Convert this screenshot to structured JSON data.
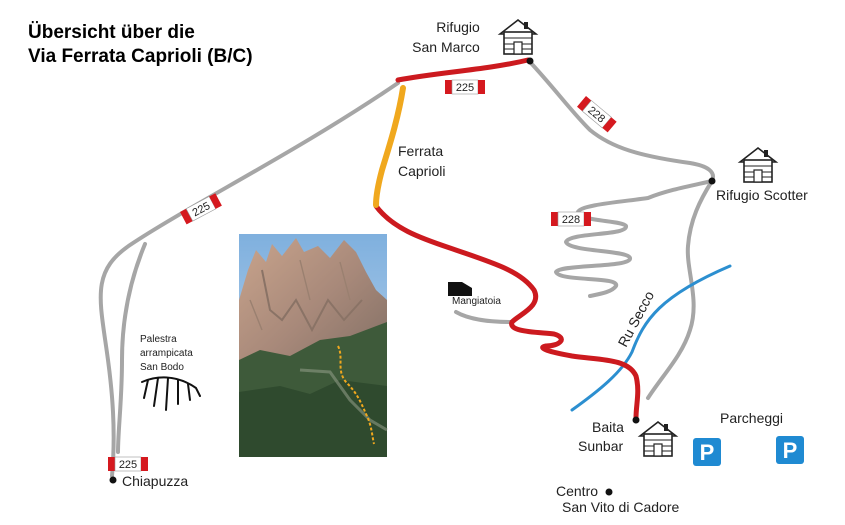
{
  "title": {
    "line1": "Übersicht über die",
    "line2": "Via Ferrata Caprioli (B/C)"
  },
  "places": {
    "rifugio_san_marco_line1": "Rifugio",
    "rifugio_san_marco_line2": "San Marco",
    "rifugio_scotter": "Rifugio Scotter",
    "baita_sunbar_line1": "Baita",
    "baita_sunbar_line2": "Sunbar",
    "chiapuzza": "Chiapuzza",
    "parcheggi": "Parcheggi",
    "centro_line1": "Centro",
    "centro_line2": "San Vito di Cadore",
    "mangiatoia": "Mangiatoia",
    "palestra_line1": "Palestra",
    "palestra_line2": "arrampicata",
    "palestra_line3": "San Bodo"
  },
  "ferrata_label": {
    "line1": "Ferrata",
    "line2": "Caprioli"
  },
  "river": "Ru Secco",
  "trail_signs": {
    "top": "225",
    "left": "225",
    "bottom": "225",
    "upper_right": "228",
    "switchbacks": "228"
  },
  "parking_symbol": "P",
  "colors": {
    "trail_grey": "#a6a6a6",
    "route_red": "#cc1a1f",
    "ferrata_orange": "#f0a81e",
    "river_blue": "#2c8fd0",
    "parking_blue": "#1f8ad2",
    "sign_red": "#d5191f"
  },
  "icons": [
    "hut-icon",
    "parking-icon",
    "feeding-trough-icon",
    "mountain-photo"
  ]
}
